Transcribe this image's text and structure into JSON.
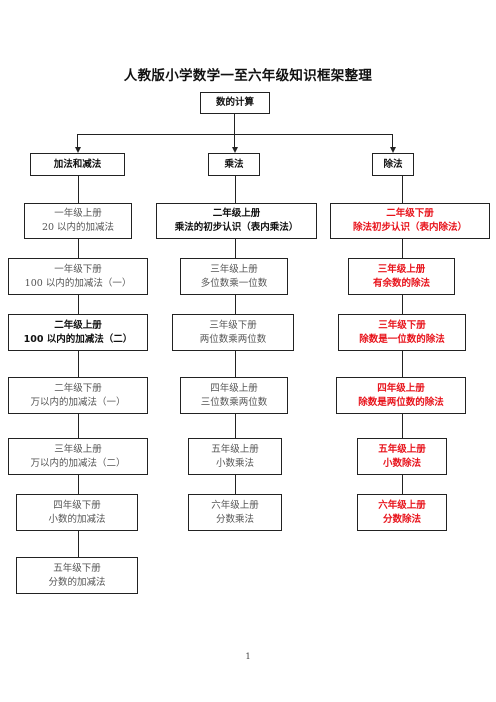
{
  "title": "人教版小学数学一至六年级知识框架整理",
  "root": "数的计算",
  "columns": [
    {
      "header": "加法和减法",
      "items": [
        {
          "grade": "一年级上册",
          "topic": "20 以内的加减法",
          "style": "normal"
        },
        {
          "grade": "一年级下册",
          "topic": "100 以内的加减法（一）",
          "style": "normal"
        },
        {
          "grade": "二年级上册",
          "topic": "100 以内的加减法（二）",
          "style": "bold"
        },
        {
          "grade": "二年级下册",
          "topic": "万以内的加减法（一）",
          "style": "normal"
        },
        {
          "grade": "三年级上册",
          "topic": "万以内的加减法（二）",
          "style": "normal"
        },
        {
          "grade": "四年级下册",
          "topic": "小数的加减法",
          "style": "normal"
        },
        {
          "grade": "五年级下册",
          "topic": "分数的加减法",
          "style": "normal"
        }
      ]
    },
    {
      "header": "乘法",
      "items": [
        {
          "grade": "二年级上册",
          "topic": "乘法的初步认识（表内乘法）",
          "style": "bold"
        },
        {
          "grade": "三年级上册",
          "topic": "多位数乘一位数",
          "style": "normal"
        },
        {
          "grade": "三年级下册",
          "topic": "两位数乘两位数",
          "style": "normal"
        },
        {
          "grade": "四年级上册",
          "topic": "三位数乘两位数",
          "style": "normal"
        },
        {
          "grade": "五年级上册",
          "topic": "小数乘法",
          "style": "normal"
        },
        {
          "grade": "六年级上册",
          "topic": "分数乘法",
          "style": "normal"
        }
      ]
    },
    {
      "header": "除法",
      "items": [
        {
          "grade": "二年级下册",
          "topic": "除法初步认识（表内除法）",
          "style": "red"
        },
        {
          "grade": "三年级上册",
          "topic": "有余数的除法",
          "style": "red"
        },
        {
          "grade": "三年级下册",
          "topic": "除数是一位数的除法",
          "style": "red"
        },
        {
          "grade": "四年级上册",
          "topic": "除数是两位数的除法",
          "style": "red"
        },
        {
          "grade": "五年级上册",
          "topic": "小数除法",
          "style": "red"
        },
        {
          "grade": "六年级上册",
          "topic": "分数除法",
          "style": "red"
        }
      ]
    }
  ],
  "page_number": "1",
  "colors": {
    "emphasis_red": "#e8141c",
    "border": "#222222",
    "text": "#555555"
  }
}
